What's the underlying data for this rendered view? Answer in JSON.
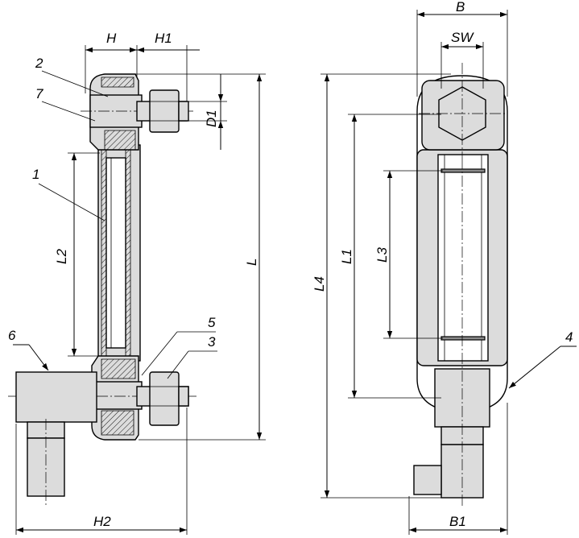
{
  "dimension_labels": {
    "H": "H",
    "H1": "H1",
    "D1": "D1",
    "L2": "L2",
    "L": "L",
    "H2": "H2",
    "B": "B",
    "SW": "SW",
    "L1": "L1",
    "L3": "L3",
    "L4": "L4",
    "B1": "B1"
  },
  "part_numbers": {
    "p1": "1",
    "p2": "2",
    "p3": "3",
    "p4": "4",
    "p5": "5",
    "p6": "6",
    "p7": "7"
  }
}
